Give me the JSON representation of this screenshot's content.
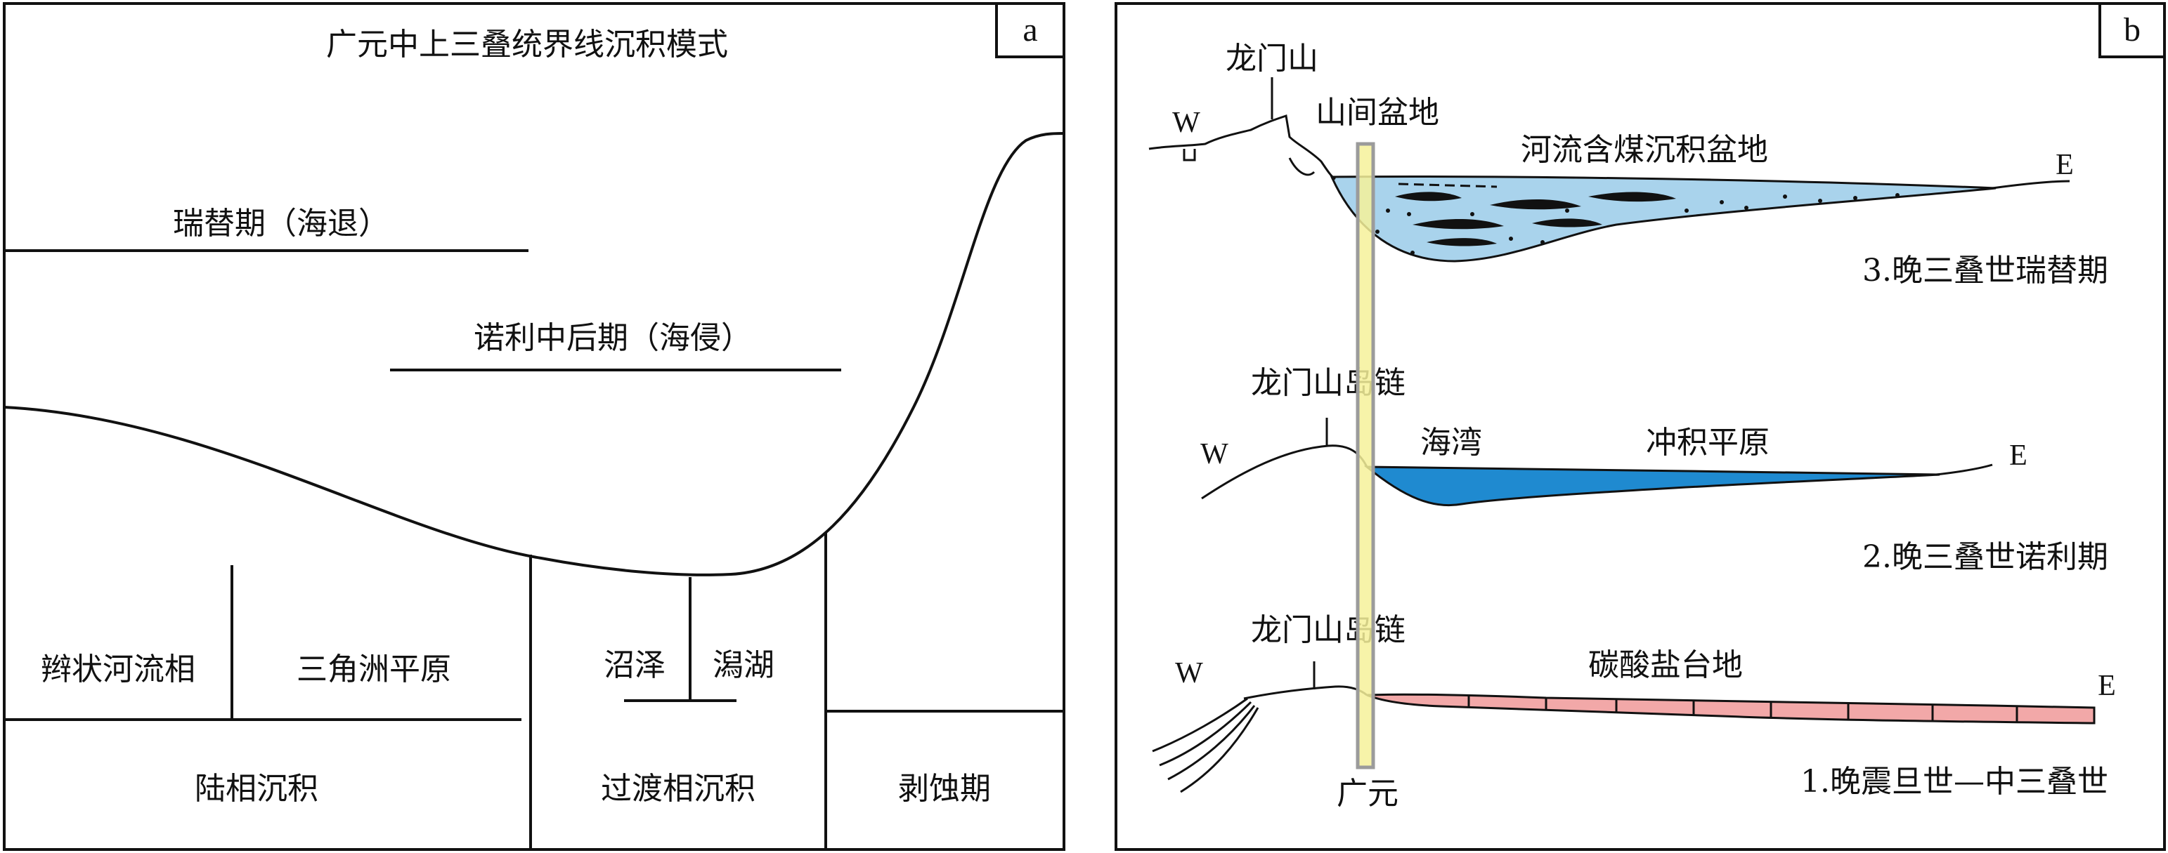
{
  "panel_a": {
    "tag": "a",
    "title": "广元中上三叠统界线沉积模式",
    "stage_upper": "瑞替期（海退）",
    "stage_middle": "诺利中后期（海侵）",
    "facies": {
      "braided_river": "辫状河流相",
      "delta_plain": "三角洲平原",
      "swamp": "沼泽",
      "lagoon": "潟湖"
    },
    "groups": {
      "continental": "陆相沉积",
      "transitional": "过渡相沉积",
      "erosion": "剥蚀期"
    }
  },
  "panel_b": {
    "tag": "b",
    "location": "广元",
    "colors": {
      "coal_basin": "#a9d3ec",
      "bay": "#1f8ad0",
      "platform": "#f2a8a8",
      "marker": "#f6f19a"
    },
    "section3": {
      "mountain": "龙门山",
      "intermontane": "山间盆地",
      "basin": "河流含煤沉积盆地",
      "west": "W",
      "east": "E",
      "caption": "3.晚三叠世瑞替期"
    },
    "section2": {
      "mountain": "龙门山岛链",
      "bay": "海湾",
      "plain": "冲积平原",
      "west": "W",
      "east": "E",
      "caption": "2.晚三叠世诺利期"
    },
    "section1": {
      "mountain": "龙门山岛链",
      "platform": "碳酸盐台地",
      "west": "W",
      "east": "E",
      "caption": "1.晚震旦世—中三叠世"
    }
  }
}
